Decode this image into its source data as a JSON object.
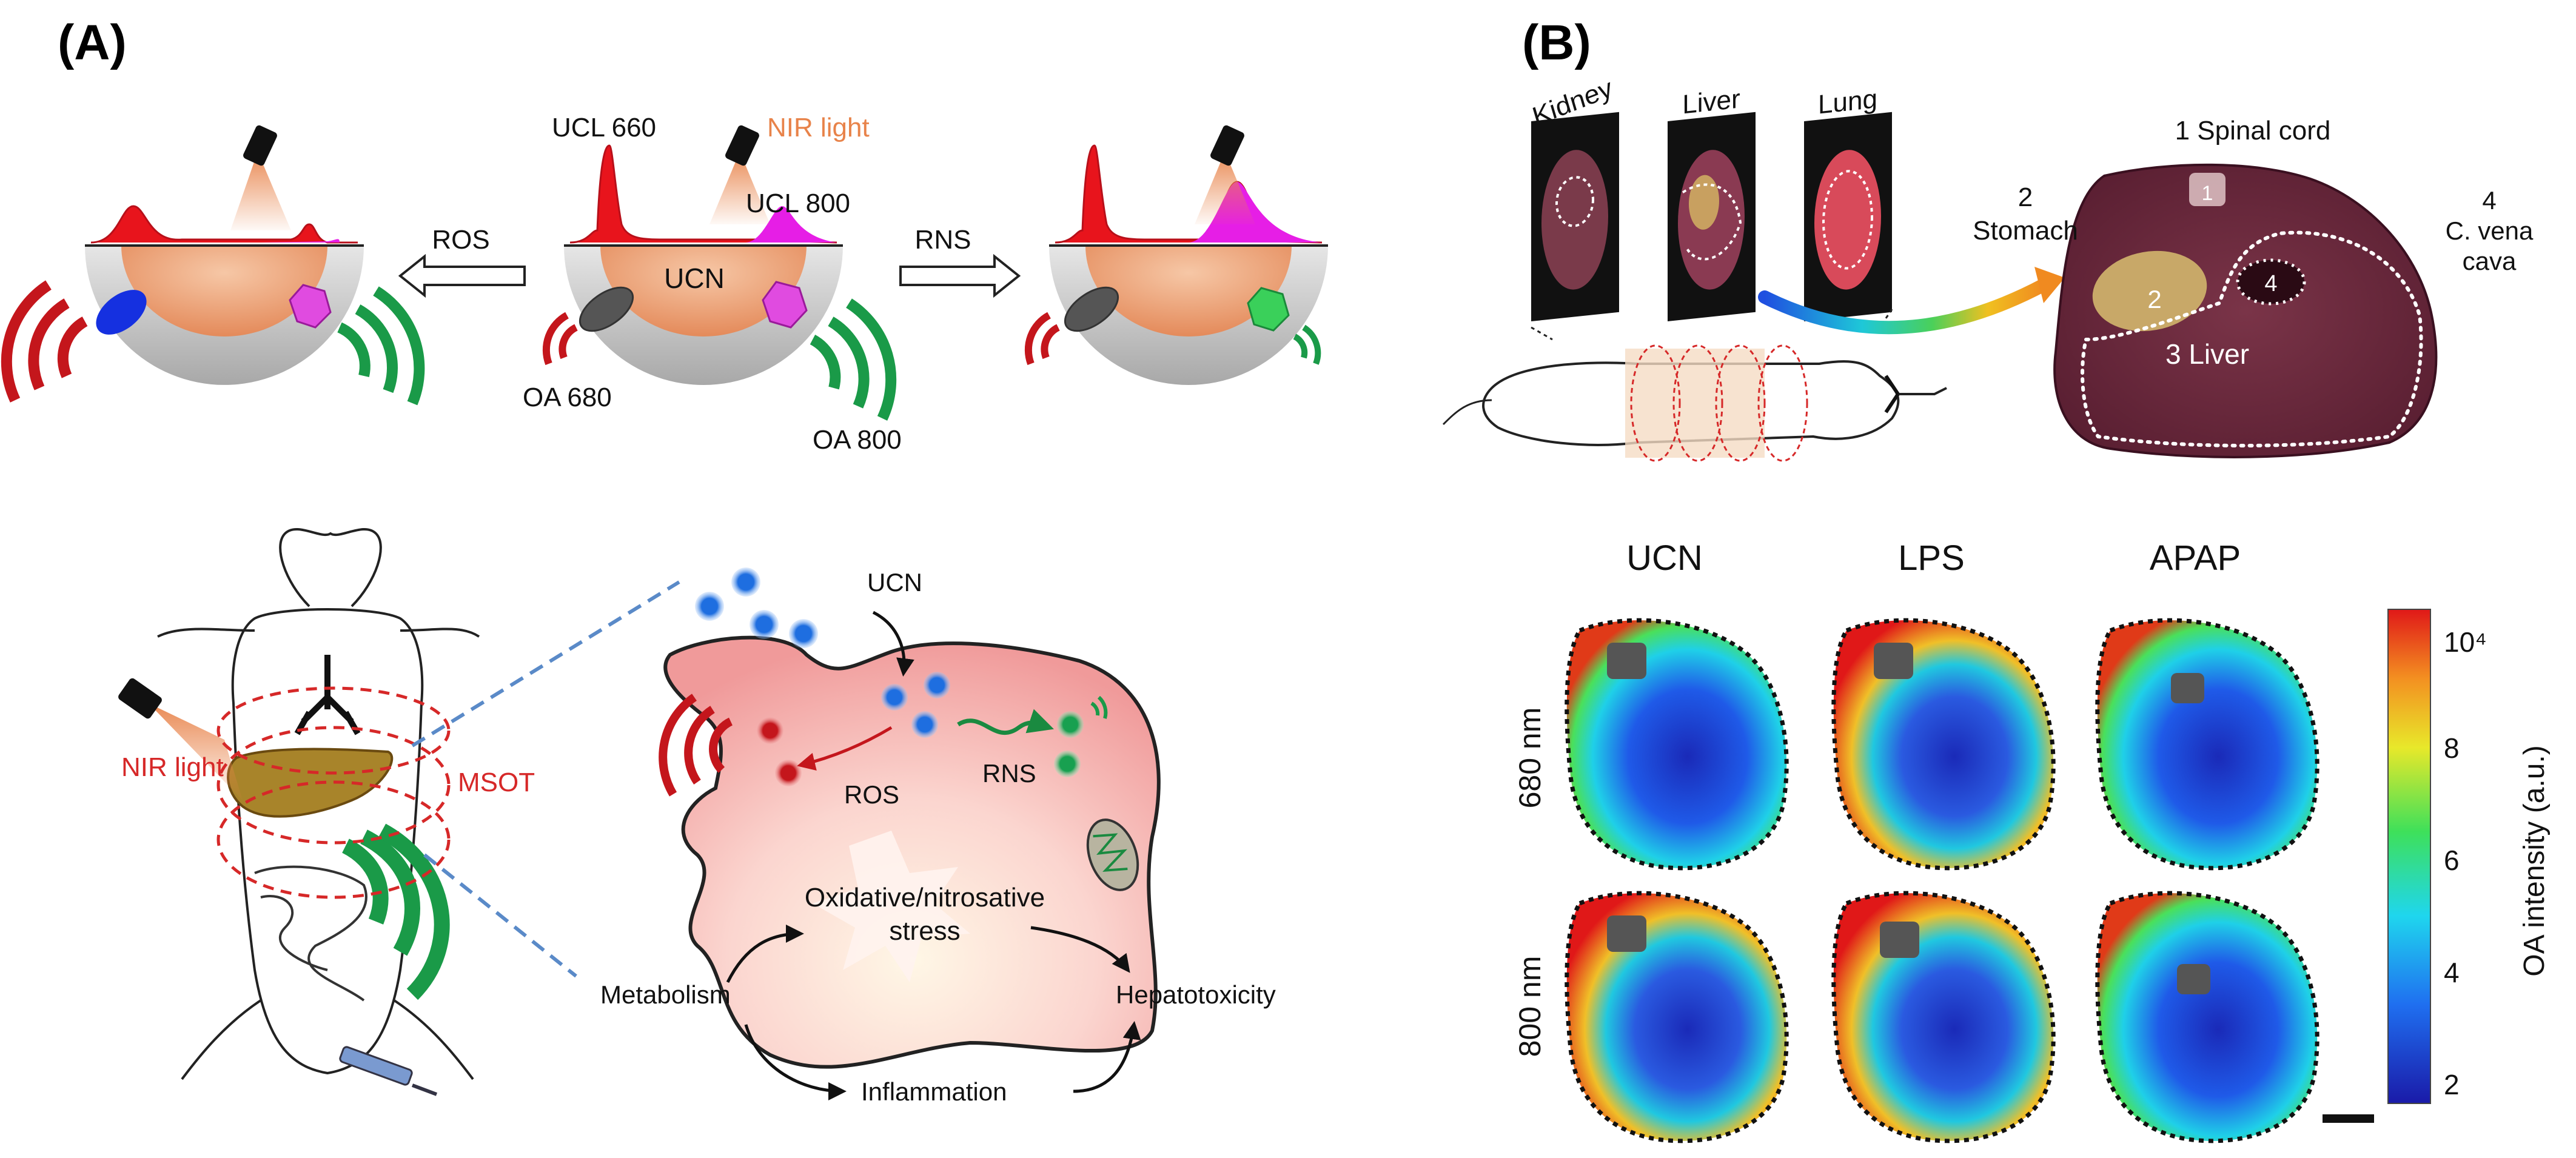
{
  "panel_a": {
    "label": "(A)",
    "top": {
      "ucl660": "UCL 660",
      "nir_light": "NIR light",
      "ucl800": "UCL 800",
      "ros": "ROS",
      "rns": "RNS",
      "ucn": "UCN",
      "oa680": "OA 680",
      "oa800": "OA 800"
    },
    "bottom": {
      "nir_light": "NIR light",
      "msot": "MSOT",
      "ucn": "UCN",
      "ros": "ROS",
      "rns": "RNS",
      "stress_line1": "Oxidative/nitrosative",
      "stress_line2": "stress",
      "metabolism": "Metabolism",
      "hepatotoxicity": "Hepatotoxicity",
      "inflammation": "Inflammation"
    }
  },
  "panel_b": {
    "label": "(B)",
    "organs": [
      "Kidney",
      "Liver",
      "Lung"
    ],
    "section": {
      "spinal_cord": "1 Spinal cord",
      "stomach_num": "2",
      "stomach": "Stomach",
      "vena_num": "4",
      "vena_line1": "C. vena",
      "vena_line2": "cava",
      "liver": "3 Liver",
      "marker2": "2",
      "marker4": "4",
      "marker1": "1"
    },
    "columns": [
      "UCN",
      "LPS",
      "APAP"
    ],
    "rows": [
      "680 nm",
      "800 nm"
    ],
    "colorbar": {
      "label": "OA intensity (a.u.)",
      "ticks": [
        "10⁴",
        "8",
        "6",
        "4",
        "2"
      ]
    }
  },
  "colors": {
    "ucl_red": "#e8141c",
    "ucl_magenta": "#e61ee6",
    "nir_orange": "#e8834a",
    "oa_red": "#c4161c",
    "oa_green": "#1a9a48",
    "msot_red": "#d62828"
  }
}
